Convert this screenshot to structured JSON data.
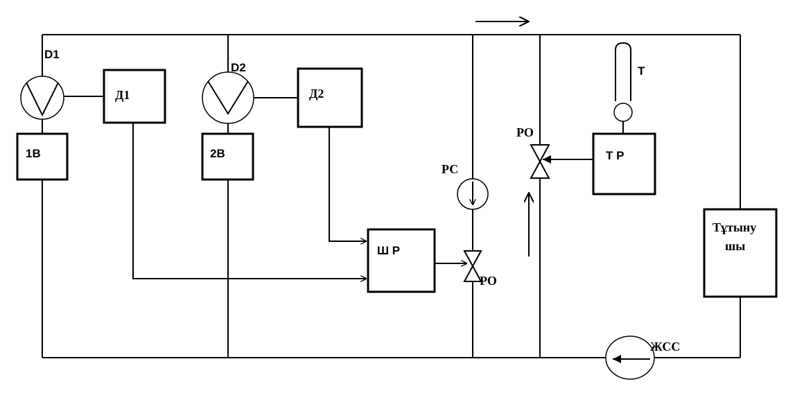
{
  "labels": {
    "sensor_d1": "D1",
    "sensor_d2": "D2",
    "block_d1": "Д1",
    "block_d2": "Д2",
    "block_1b": "1В",
    "block_2b": "2В",
    "block_shr": "Ш Р",
    "block_tr": "Т Р",
    "block_consumer_line1": "Тұтыну",
    "block_consumer_line2": "шы",
    "pressure_sensor": "РС",
    "valve_ro_left": "РО",
    "valve_ro_right": "РО",
    "thermometer": "Т",
    "pump": "ЖСС"
  },
  "colors": {
    "line": "#000000",
    "background": "#ffffff"
  }
}
